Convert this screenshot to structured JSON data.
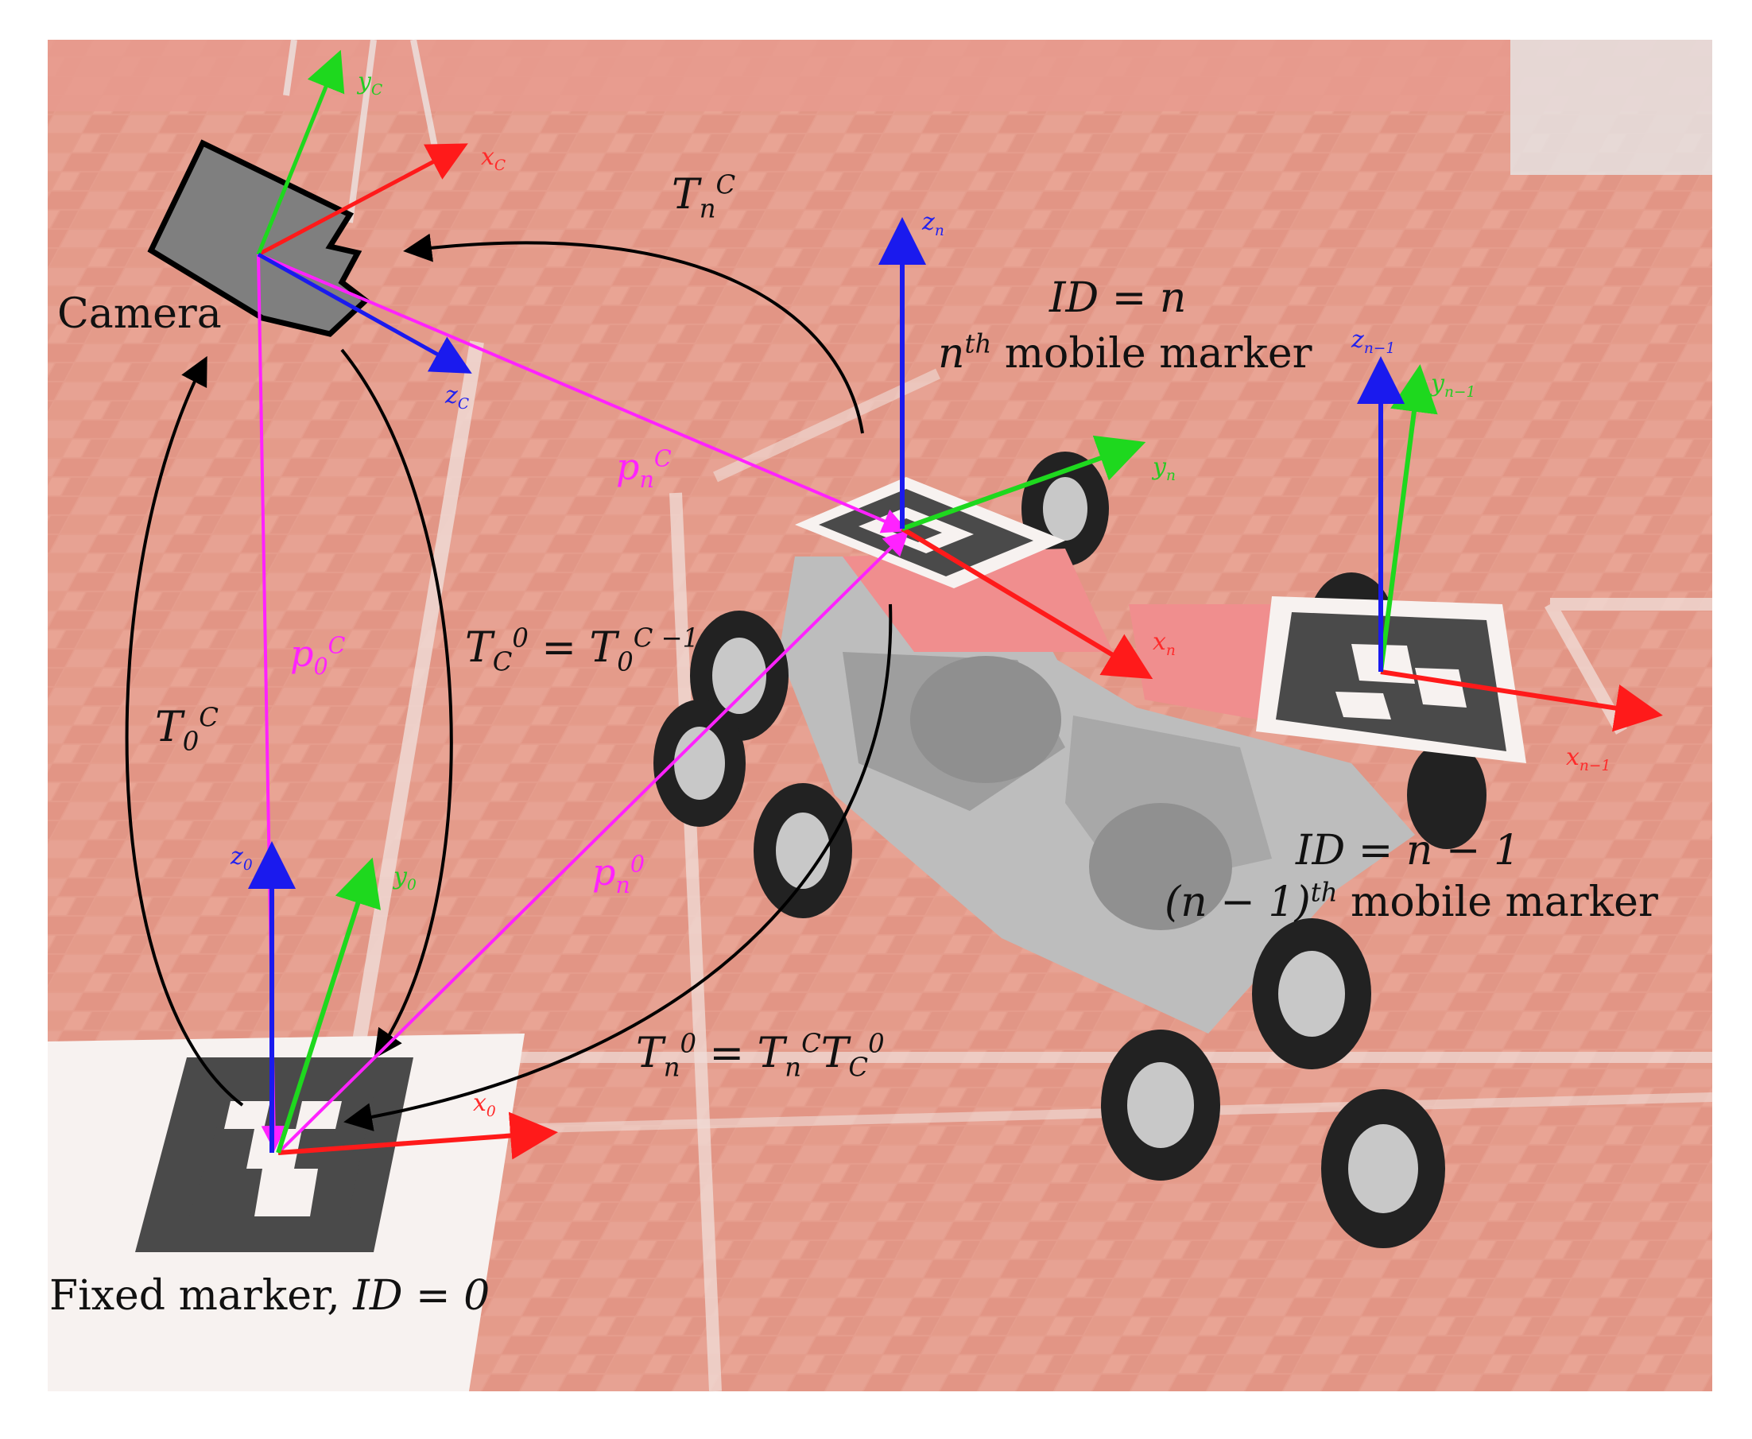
{
  "labels": {
    "camera": "Camera",
    "fixed_marker": "Fixed marker, ",
    "fixed_id": "ID = 0",
    "id_n": "ID = n",
    "nth_mobile": "mobile marker",
    "nth_sup": "th",
    "n": "n",
    "id_n_1": "ID = n − 1",
    "n1_mobile": "mobile marker",
    "n1_prefix": "(n − 1)",
    "n1_sup": "th"
  },
  "transforms": {
    "T_n_C": {
      "base": "T",
      "sub": "n",
      "sup": "C"
    },
    "T_0_C": {
      "base": "T",
      "sub": "0",
      "sup": "C"
    },
    "T_C_0_eq": "T",
    "T_C_0_sub": "C",
    "T_C_0_sup": "0",
    "T_C_0_rhs": "= T",
    "T_C_0_rhs_sub": "0",
    "T_C_0_rhs_sup": "C −1",
    "T_n_0_lhs": "T",
    "T_n_0_lhs_sub": "n",
    "T_n_0_lhs_sup": "0",
    "T_n_0_rhs1": "= T",
    "T_n_0_rhs1_sub": "n",
    "T_n_0_rhs1_sup": "C",
    "T_n_0_rhs2": "T",
    "T_n_0_rhs2_sub": "C",
    "T_n_0_rhs2_sup": "0"
  },
  "vectors": {
    "p_n_C": {
      "base": "p",
      "sub": "n",
      "sup": "C"
    },
    "p_0_C": {
      "base": "p",
      "sub": "0",
      "sup": "C"
    },
    "p_n_0": {
      "base": "p",
      "sub": "n",
      "sup": "0"
    }
  },
  "axes": {
    "camera": {
      "x": "x",
      "x_sub": "C",
      "y": "y",
      "y_sub": "C",
      "z": "z",
      "z_sub": "C"
    },
    "fixed": {
      "x": "x",
      "x_sub": "0",
      "y": "y",
      "y_sub": "0",
      "z": "z",
      "z_sub": "0"
    },
    "mobile_n": {
      "x": "x",
      "x_sub": "n",
      "y": "y",
      "y_sub": "n",
      "z": "z",
      "z_sub": "n"
    },
    "mobile_n1": {
      "x": "x",
      "x_sub": "n−1",
      "y": "y",
      "y_sub": "n−1",
      "z": "z",
      "z_sub": "n−1"
    }
  },
  "colors": {
    "x_axis": "#ff1a1a",
    "y_axis": "#1ed81e",
    "z_axis": "#1a1aee",
    "position_vector": "#ff22ff",
    "transform_arc": "#000000",
    "floor": "#d9826f"
  }
}
